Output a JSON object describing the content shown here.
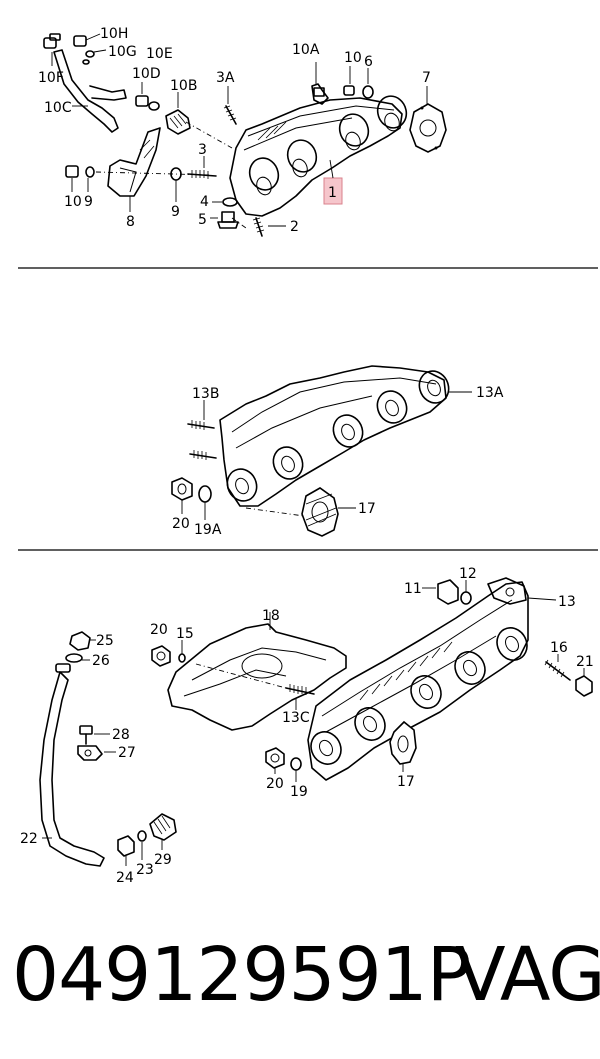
{
  "diagram": {
    "section1": {
      "labels": {
        "l10H": "10H",
        "l10G": "10G",
        "l10E": "10E",
        "l10A": "10A",
        "l10": "10",
        "l6": "6",
        "l7": "7",
        "l10D": "10D",
        "l10B": "10B",
        "l3A": "3A",
        "l10F": "10F",
        "l10C": "10C",
        "l3": "3",
        "l10b": "10",
        "l9a": "9",
        "l9b": "9",
        "l8": "8",
        "l4": "4",
        "l5": "5",
        "l2": "2",
        "l1": "1"
      },
      "highlight_color": "#f6c6cc"
    },
    "section2": {
      "labels": {
        "l13B": "13B",
        "l13A": "13A",
        "l17": "17",
        "l20": "20",
        "l19A": "19A"
      }
    },
    "section3": {
      "labels": {
        "l11": "11",
        "l12": "12",
        "l13": "13",
        "l18": "18",
        "l25": "25",
        "l26": "26",
        "l20": "20",
        "l15": "15",
        "l16": "16",
        "l21": "21",
        "l13C": "13C",
        "l28": "28",
        "l27": "27",
        "l20b": "20",
        "l19": "19",
        "l17": "17",
        "l22": "22",
        "l29": "29",
        "l23": "23",
        "l24": "24"
      }
    }
  },
  "footer": {
    "part_number": "049129591P",
    "brand": "VAG"
  }
}
